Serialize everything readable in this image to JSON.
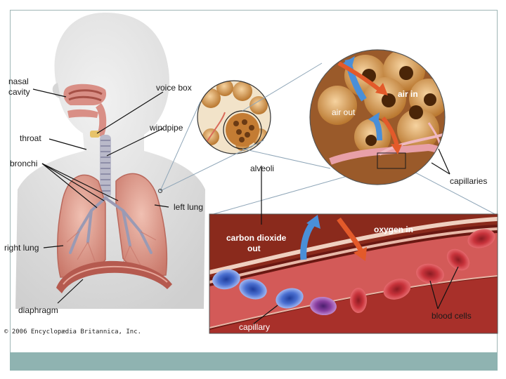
{
  "labels": {
    "nasal_cavity": [
      "nasal",
      "cavity"
    ],
    "throat": "throat",
    "bronchi": "bronchi",
    "right_lung": "right lung",
    "diaphragm": "diaphragm",
    "voice_box": "voice box",
    "windpipe": "windpipe",
    "alveoli": "alveoli",
    "left_lung": "left lung",
    "air_in": "air in",
    "air_out": "air out",
    "capillaries": "capillaries",
    "carbon_dioxide_out": [
      "carbon dioxide",
      "out"
    ],
    "oxygen_in": "oxygen in",
    "blood_cells": "blood cells",
    "capillary": "capillary"
  },
  "credit": "© 2006 Encyclopædia Britannica, Inc.",
  "colors": {
    "body": "#e3e3e3",
    "lung": "#e2a99a",
    "lung_dark": "#b9685c",
    "alveoli": "#c98a45",
    "vessel": "#7a1e16",
    "blood_cell_red": "#c8333b",
    "blood_cell_blue": "#4a6fd0",
    "arrow_blue": "#4a8fd8",
    "arrow_red": "#e35a2a",
    "bar": "#8fb3b1"
  }
}
